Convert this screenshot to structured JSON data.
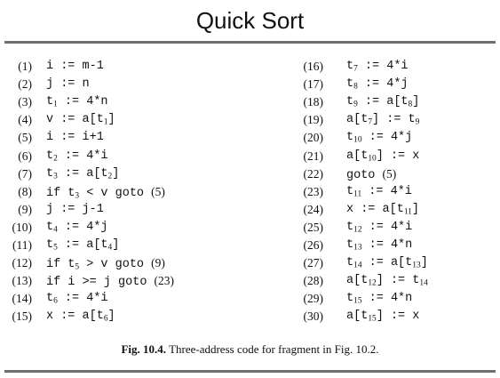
{
  "slide": {
    "title": "Quick Sort"
  },
  "figure": {
    "caption_label": "Fig. 10.4.",
    "caption_text": "Three-address code for fragment in Fig. 10.2."
  },
  "code": {
    "left": [
      {
        "num": "(1)",
        "html": "i := m-1"
      },
      {
        "num": "(2)",
        "html": "j := n"
      },
      {
        "num": "(3)",
        "html": "t<sub>1</sub> := 4*n"
      },
      {
        "num": "(4)",
        "html": "v := a[t<sub>1</sub>]"
      },
      {
        "num": "(5)",
        "html": "i := i+1"
      },
      {
        "num": "(6)",
        "html": "t<sub>2</sub> := 4*i"
      },
      {
        "num": "(7)",
        "html": "t<sub>3</sub> := a[t<sub>2</sub>]"
      },
      {
        "num": "(8)",
        "html": "if t<sub>3</sub> &lt; v goto <span class='k'>(5)</span>"
      },
      {
        "num": "(9)",
        "html": "j := j-1"
      },
      {
        "num": "(10)",
        "html": "t<sub>4</sub> := 4*j"
      },
      {
        "num": "(11)",
        "html": "t<sub>5</sub> := a[t<sub>4</sub>]"
      },
      {
        "num": "(12)",
        "html": "if t<sub>5</sub> &gt; v goto <span class='k'>(9)</span>"
      },
      {
        "num": "(13)",
        "html": "if i &gt;= j goto <span class='k'>(23)</span>"
      },
      {
        "num": "(14)",
        "html": "t<sub>6</sub> := 4*i"
      },
      {
        "num": "(15)",
        "html": "x := a[t<sub>6</sub>]"
      }
    ],
    "right": [
      {
        "num": "(16)",
        "html": "t<sub>7</sub> := 4*i"
      },
      {
        "num": "(17)",
        "html": "t<sub>8</sub> := 4*j"
      },
      {
        "num": "(18)",
        "html": "t<sub>9</sub> := a[t<sub>8</sub>]"
      },
      {
        "num": "(19)",
        "html": "a[t<sub>7</sub>] := t<sub>9</sub>"
      },
      {
        "num": "(20)",
        "html": "t<sub>10</sub> := 4*j"
      },
      {
        "num": "(21)",
        "html": "a[t<sub>10</sub>] := x"
      },
      {
        "num": "(22)",
        "html": "goto <span class='k'>(5)</span>"
      },
      {
        "num": "(23)",
        "html": "t<sub>11</sub> := 4*i"
      },
      {
        "num": "(24)",
        "html": "x := a[t<sub>11</sub>]"
      },
      {
        "num": "(25)",
        "html": "t<sub>12</sub> := 4*i"
      },
      {
        "num": "(26)",
        "html": "t<sub>13</sub> := 4*n"
      },
      {
        "num": "(27)",
        "html": "t<sub>14</sub> := a[t<sub>13</sub>]"
      },
      {
        "num": "(28)",
        "html": "a[t<sub>12</sub>] := t<sub>14</sub>"
      },
      {
        "num": "(29)",
        "html": "t<sub>15</sub> := 4*n"
      },
      {
        "num": "(30)",
        "html": "a[t<sub>15</sub>] := x"
      }
    ]
  }
}
